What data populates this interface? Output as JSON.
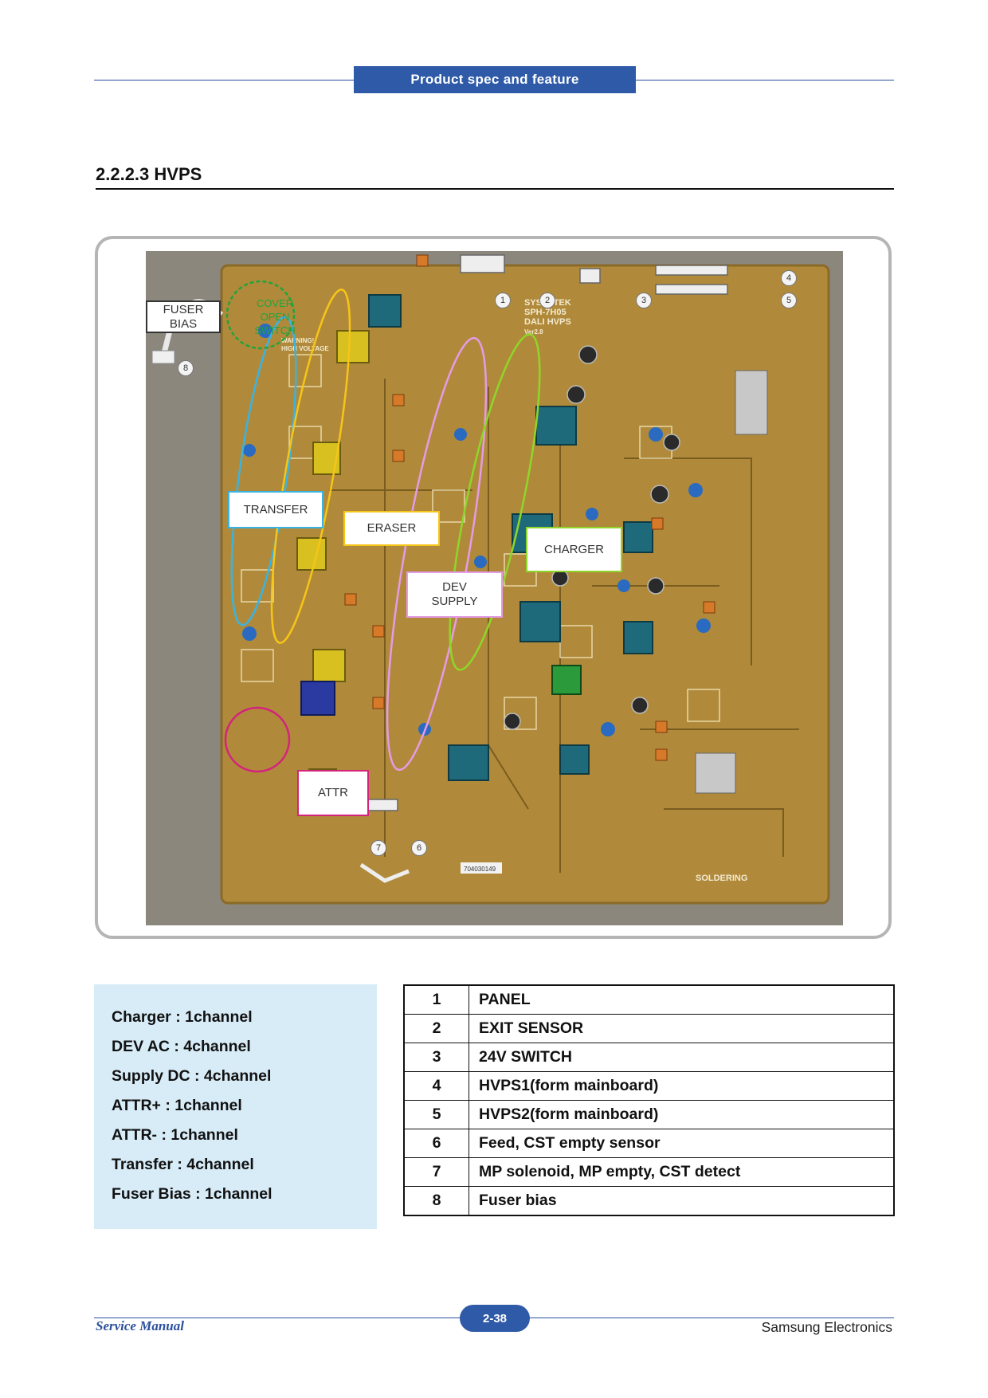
{
  "header": {
    "tab_label": "Product spec and feature"
  },
  "section": {
    "title": "2.2.2.3 HVPS"
  },
  "figure": {
    "labels": {
      "fuser_bias": "FUSER\nBIAS",
      "cover_open": "COVER\nOPEN\nSWITCH",
      "transfer": "TRANSFER",
      "eraser": "ERASER",
      "charger": "CHARGER",
      "dev_supply": "DEV\nSUPPLY",
      "attr": "ATTR"
    },
    "board_text": {
      "maker": "SYS-HITEK",
      "model": "SPH-7H05",
      "name": "DALI HVPS",
      "rev": "Ver2.8",
      "warning": "WARNING!\nHIGH VOLTAGE",
      "serial": "704030149",
      "soldering": "SOLDERING"
    },
    "connector_numbers": [
      "1",
      "2",
      "3",
      "4",
      "5",
      "6",
      "7",
      "8"
    ],
    "colors": {
      "transfer": "#3bb3e0",
      "eraser": "#f5c518",
      "dev_supply": "#e59be6",
      "charger": "#8fd62a",
      "attr": "#d4237d",
      "cover_open": "#22a33a"
    }
  },
  "spec": {
    "items": [
      "Charger : 1channel",
      "DEV AC : 4channel",
      "Supply DC : 4channel",
      "ATTR+ : 1channel",
      "ATTR- : 1channel",
      "Transfer : 4channel",
      "Fuser Bias : 1channel"
    ]
  },
  "legend": {
    "rows": [
      {
        "num": "1",
        "desc": "PANEL"
      },
      {
        "num": "2",
        "desc": "EXIT SENSOR"
      },
      {
        "num": "3",
        "desc": "24V SWITCH"
      },
      {
        "num": "4",
        "desc": "HVPS1(form mainboard)"
      },
      {
        "num": "5",
        "desc": "HVPS2(form mainboard)"
      },
      {
        "num": "6",
        "desc": "Feed, CST empty sensor"
      },
      {
        "num": "7",
        "desc": "MP solenoid, MP empty, CST detect"
      },
      {
        "num": "8",
        "desc": "Fuser bias"
      }
    ]
  },
  "footer": {
    "left": "Service Manual",
    "page": "2-38",
    "right": "Samsung Electronics"
  }
}
